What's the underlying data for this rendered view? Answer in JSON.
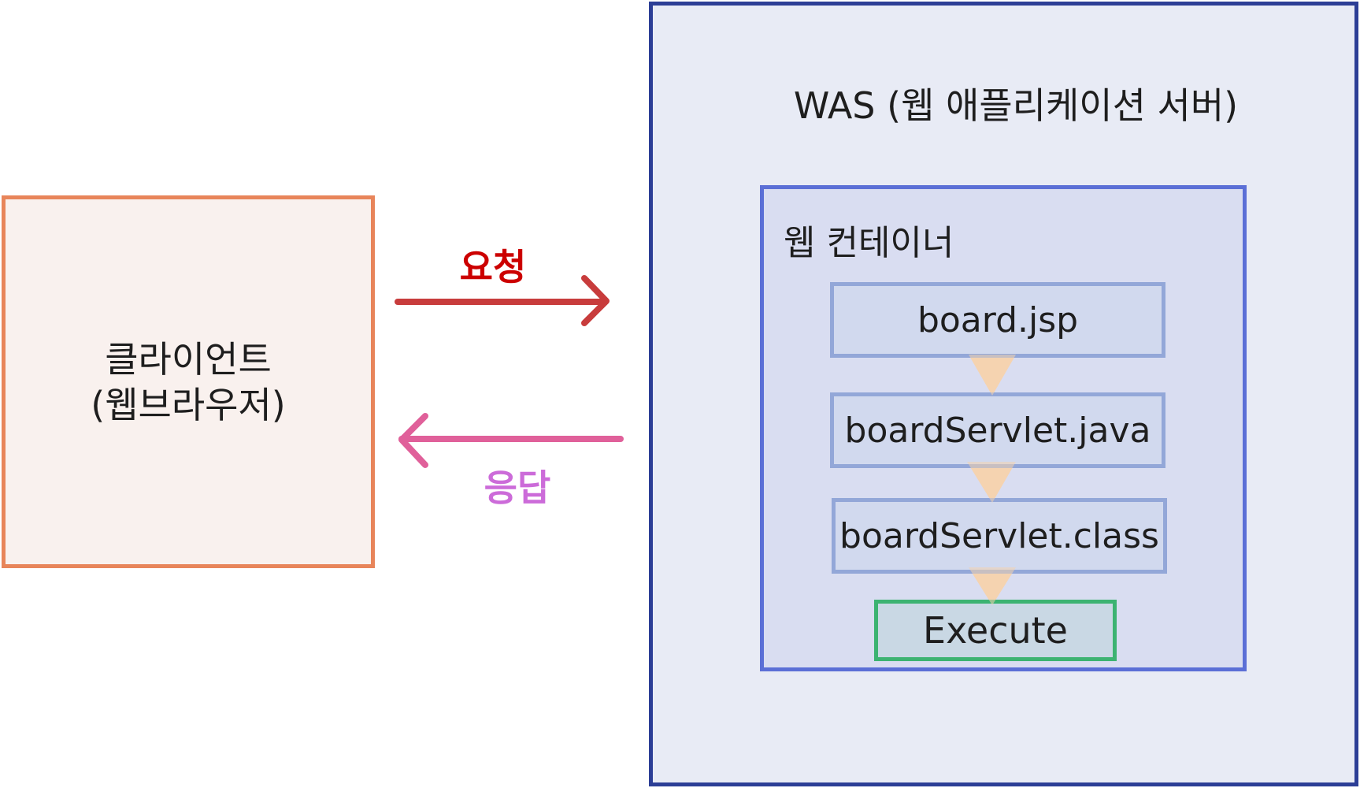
{
  "client": {
    "label_line1": "클라이언트",
    "label_line2": "(웹브라우저)"
  },
  "arrows": {
    "request_label": "요청",
    "response_label": "응답",
    "request_color": "#c83c3c",
    "response_color": "#e0609a"
  },
  "was": {
    "title": "WAS (웹 애플리케이션 서버)"
  },
  "web_container": {
    "title": "웹 컨테이너",
    "steps": [
      "board.jsp",
      "boardServlet.java",
      "boardServlet.class"
    ],
    "execute": "Execute"
  },
  "colors": {
    "client_border": "#e8855a",
    "was_border": "#2c3e96",
    "container_border": "#5b6fd6",
    "step_border": "#93a7d8",
    "execute_border": "#3cb371",
    "flow_triangle": "#f5d3b0"
  }
}
